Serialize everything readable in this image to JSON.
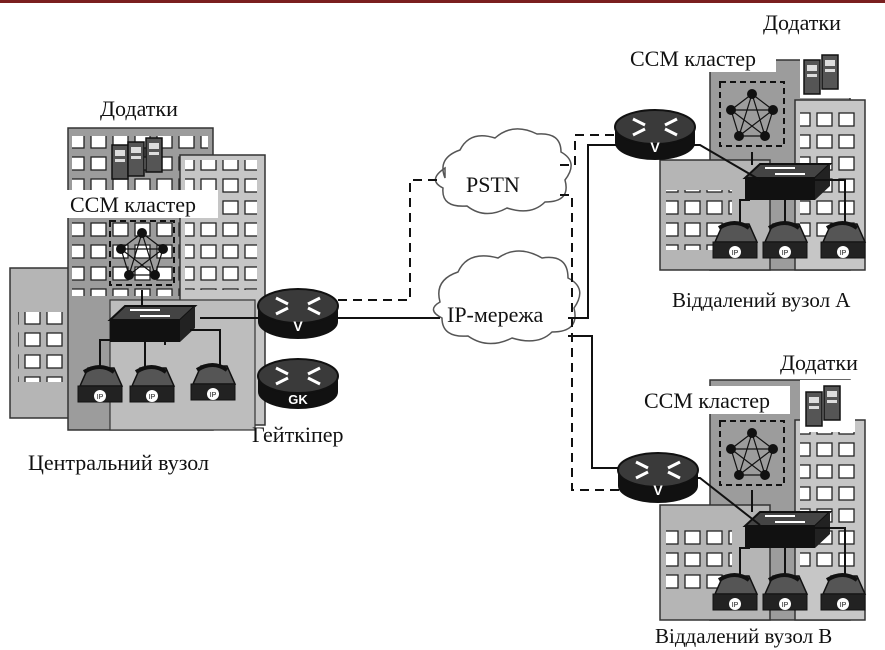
{
  "labels": {
    "apps": "Додатки",
    "ccm_cluster": "CCM кластер",
    "pstn": "PSTN",
    "ip_network": "IP-мережа",
    "gatekeeper": "Гейткіпер",
    "central_node": "Центральний вузол",
    "remote_a": "Віддалений вузол A",
    "remote_b": "Віддалений вузол B"
  },
  "icons": {
    "voice_router": "V",
    "gatekeeper_router": "GK",
    "ip_phone": "IP"
  },
  "colors": {
    "building_dark": "#9a9a9a",
    "building_light": "#c8c8c8",
    "device": "#1a1a1a",
    "line": "#111111",
    "frame": "#7a1f1f"
  }
}
